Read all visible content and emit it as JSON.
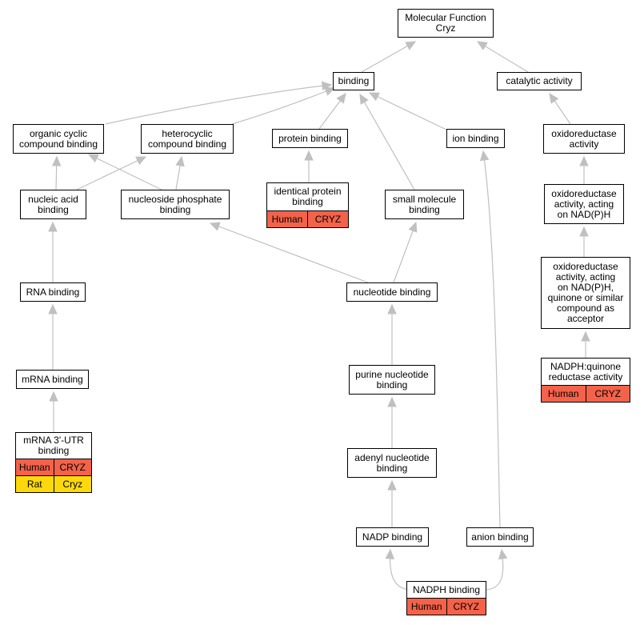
{
  "colors": {
    "human": "#f4624a",
    "rat": "#fdd90b",
    "edge": "#c0c0c0"
  },
  "nodes": {
    "mf": {
      "lines": [
        "Molecular Function",
        "Cryz"
      ]
    },
    "binding": {
      "lines": [
        "binding"
      ]
    },
    "catalytic": {
      "lines": [
        "catalytic activity"
      ]
    },
    "organic": {
      "lines": [
        "organic cyclic",
        "compound binding"
      ]
    },
    "hetero": {
      "lines": [
        "heterocyclic",
        "compound binding"
      ]
    },
    "protein": {
      "lines": [
        "protein binding"
      ]
    },
    "ion": {
      "lines": [
        "ion binding"
      ]
    },
    "oxido": {
      "lines": [
        "oxidoreductase",
        "activity"
      ]
    },
    "nucleic": {
      "lines": [
        "nucleic acid",
        "binding"
      ]
    },
    "nucphos": {
      "lines": [
        "nucleoside phosphate",
        "binding"
      ]
    },
    "identical": {
      "lines": [
        "identical protein",
        "binding"
      ]
    },
    "smallmol": {
      "lines": [
        "small molecule",
        "binding"
      ]
    },
    "oxnadph": {
      "lines": [
        "oxidoreductase",
        "activity, acting",
        "on NAD(P)H"
      ]
    },
    "rna": {
      "lines": [
        "RNA binding"
      ]
    },
    "nucleotide": {
      "lines": [
        "nucleotide binding"
      ]
    },
    "oxquinone": {
      "lines": [
        "oxidoreductase",
        "activity, acting",
        "on NAD(P)H,",
        "quinone or similar",
        "compound as",
        "acceptor"
      ]
    },
    "mrna": {
      "lines": [
        "mRNA binding"
      ]
    },
    "purine": {
      "lines": [
        "purine nucleotide",
        "binding"
      ]
    },
    "nadphq": {
      "lines": [
        "NADPH:quinone",
        "reductase activity"
      ]
    },
    "utr": {
      "lines": [
        "mRNA 3'-UTR",
        "binding"
      ]
    },
    "adenyl": {
      "lines": [
        "adenyl nucleotide",
        "binding"
      ]
    },
    "nadp": {
      "lines": [
        "NADP binding"
      ]
    },
    "anion": {
      "lines": [
        "anion binding"
      ]
    },
    "nadph": {
      "lines": [
        "NADPH binding"
      ]
    }
  },
  "annotations": {
    "identical": [
      {
        "species": "Human",
        "gene": "CRYZ",
        "color": "#f4624a"
      }
    ],
    "nadphq": [
      {
        "species": "Human",
        "gene": "CRYZ",
        "color": "#f4624a"
      }
    ],
    "utr": [
      {
        "species": "Human",
        "gene": "CRYZ",
        "color": "#f4624a"
      },
      {
        "species": "Rat",
        "gene": "Cryz",
        "color": "#fdd90b"
      }
    ],
    "nadph": [
      {
        "species": "Human",
        "gene": "CRYZ",
        "color": "#f4624a"
      }
    ]
  }
}
